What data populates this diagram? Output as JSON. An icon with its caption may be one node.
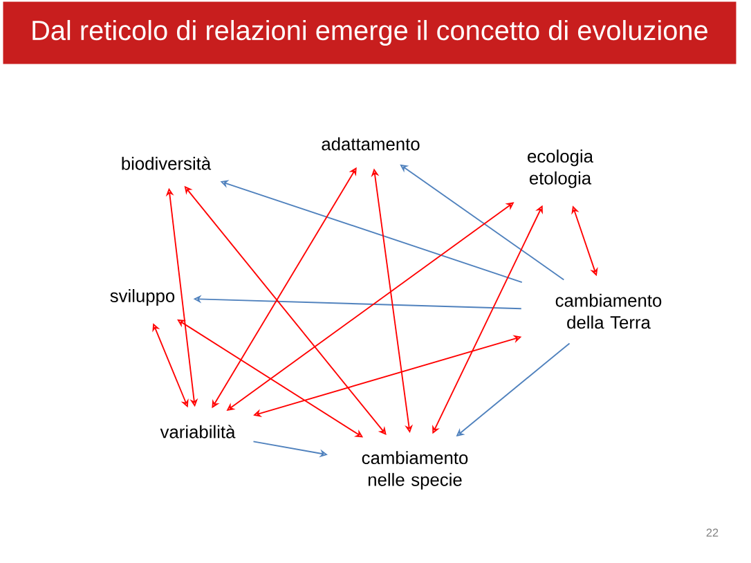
{
  "diagram": {
    "title": "Dal reticolo di relazioni emerge il concetto di evoluzione",
    "nodes": [
      {
        "text": [
          "biodiversità"
        ]
      },
      {
        "text": [
          "adattamento"
        ]
      },
      {
        "text": [
          "ecologia etologia"
        ]
      },
      {
        "text": [
          "sviluppo"
        ]
      },
      {
        "text": [
          "cambiamento della Terra"
        ]
      },
      {
        "text": [
          "variabilità"
        ]
      },
      {
        "text": [
          "cambiamento nelle specie"
        ]
      }
    ],
    "edges": [
      {
        "from": 4,
        "to": 0,
        "arrow": "to",
        "color": "#4f81bd"
      },
      {
        "from": 4,
        "to": 1,
        "arrow": "to",
        "color": "#4f81bd"
      },
      {
        "from": 4,
        "to": 3,
        "arrow": "to",
        "color": "#4f81bd"
      },
      {
        "from": 4,
        "to": 6,
        "arrow": "to",
        "color": "#4f81bd"
      },
      {
        "from": 5,
        "to": 6,
        "arrow": "to",
        "color": "#4f81bd"
      },
      {
        "from": 2,
        "to": 4,
        "arrow": "both"
      },
      {
        "from": 3,
        "to": 5,
        "arrow": "both"
      },
      {
        "from": 0,
        "to": 5,
        "arrow": "both"
      },
      {
        "from": 0,
        "to": 6,
        "arrow": "both"
      },
      {
        "from": 1,
        "to": 5,
        "arrow": "both"
      },
      {
        "from": 1,
        "to": 6,
        "arrow": "both"
      },
      {
        "from": 2,
        "to": 5,
        "arrow": "both"
      },
      {
        "from": 2,
        "to": 6,
        "arrow": "both"
      },
      {
        "from": 3,
        "to": 6,
        "arrow": "both"
      },
      {
        "from": 4,
        "to": 5,
        "arrow": "both"
      }
    ],
    "labels": [
      "22"
    ]
  }
}
